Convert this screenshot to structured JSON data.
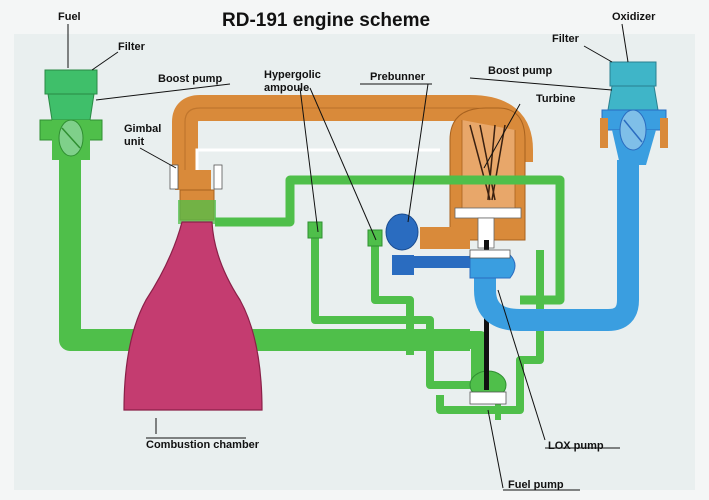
{
  "title": "RD-191 engine scheme",
  "labels": {
    "fuel": "Fuel",
    "filter_left": "Filter",
    "boost_pump_left": "Boost pump",
    "gimbal_unit_line1": "Gimbal",
    "gimbal_unit_line2": "unit",
    "hypergolic_line1": "Hypergolic",
    "hypergolic_line2": "ampoule",
    "prebunner": "Prebunner",
    "oxidizer": "Oxidizer",
    "filter_right": "Filter",
    "boost_pump_right": "Boost pump",
    "turbine": "Turbine",
    "combustion_chamber": "Combustion chamber",
    "lox_pump": "LOX pump",
    "fuel_pump": "Fuel pump"
  },
  "colors": {
    "fuel_line": "#4fbf4a",
    "fuel_line_dark": "#2f8f31",
    "oxidizer_line": "#3a9ee0",
    "oxidizer_dark": "#2a6cc0",
    "hot_gas": "#d98a3a",
    "hot_gas_dark": "#a8621f",
    "chamber": "#c43c70",
    "fuel_tank": "#3fbf6a",
    "oxidizer_tank": "#3fb5c8",
    "background_panel": "#e6eeee"
  }
}
